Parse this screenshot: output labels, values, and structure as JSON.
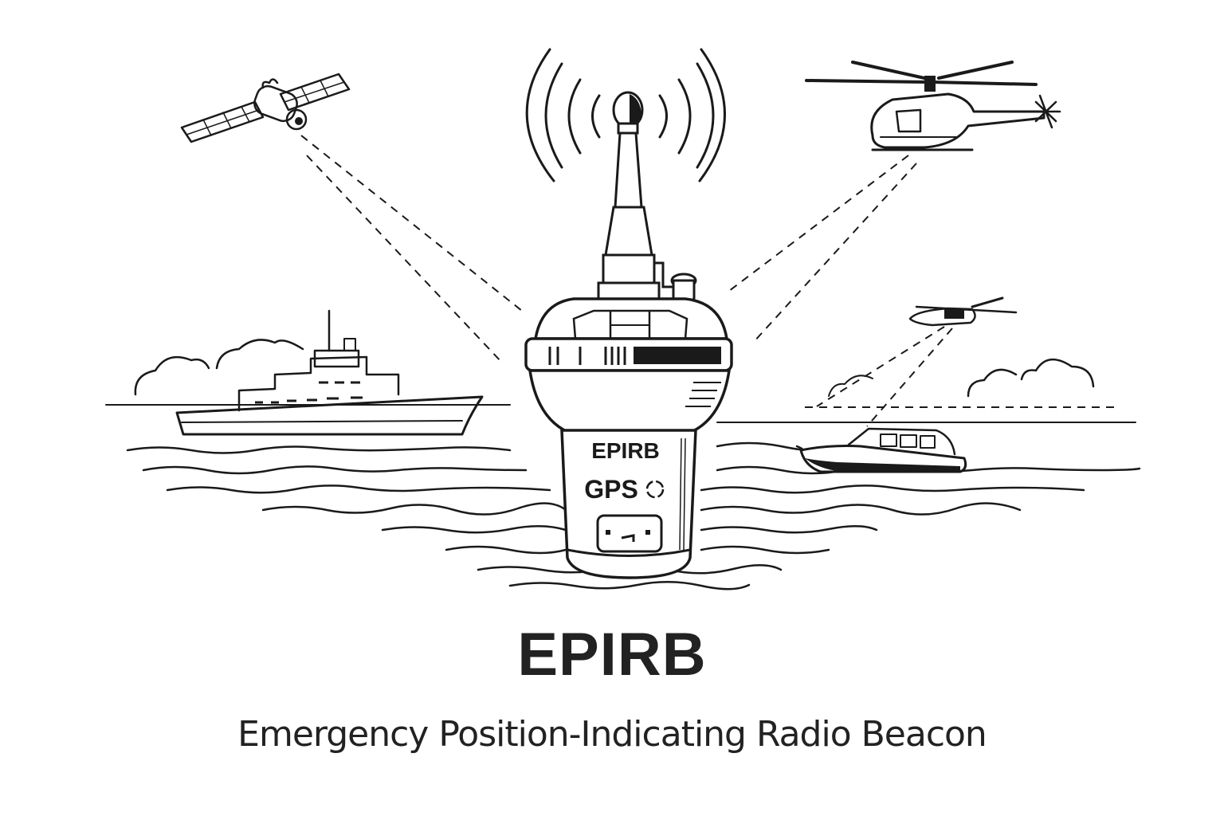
{
  "illustration": {
    "style": "black-and-white line drawing",
    "colors": {
      "ink": "#1a1a1a",
      "background": "#ffffff",
      "title": "#222222"
    },
    "beacon": {
      "name": "EPIRB beacon",
      "body_label": "EPIRB",
      "gps_label": "GPS",
      "signal_waves_each_side": 4
    },
    "receivers": [
      {
        "id": "satellite",
        "position": "upper-left"
      },
      {
        "id": "helicopter",
        "position": "upper-right"
      },
      {
        "id": "rescue-ship",
        "position": "left, on horizon"
      },
      {
        "id": "aircraft",
        "position": "right, mid-sky"
      },
      {
        "id": "rescue-boat",
        "position": "right, on water"
      }
    ]
  },
  "caption": {
    "title": "EPIRB",
    "subtitle": "Emergency Position-Indicating Radio Beacon"
  }
}
